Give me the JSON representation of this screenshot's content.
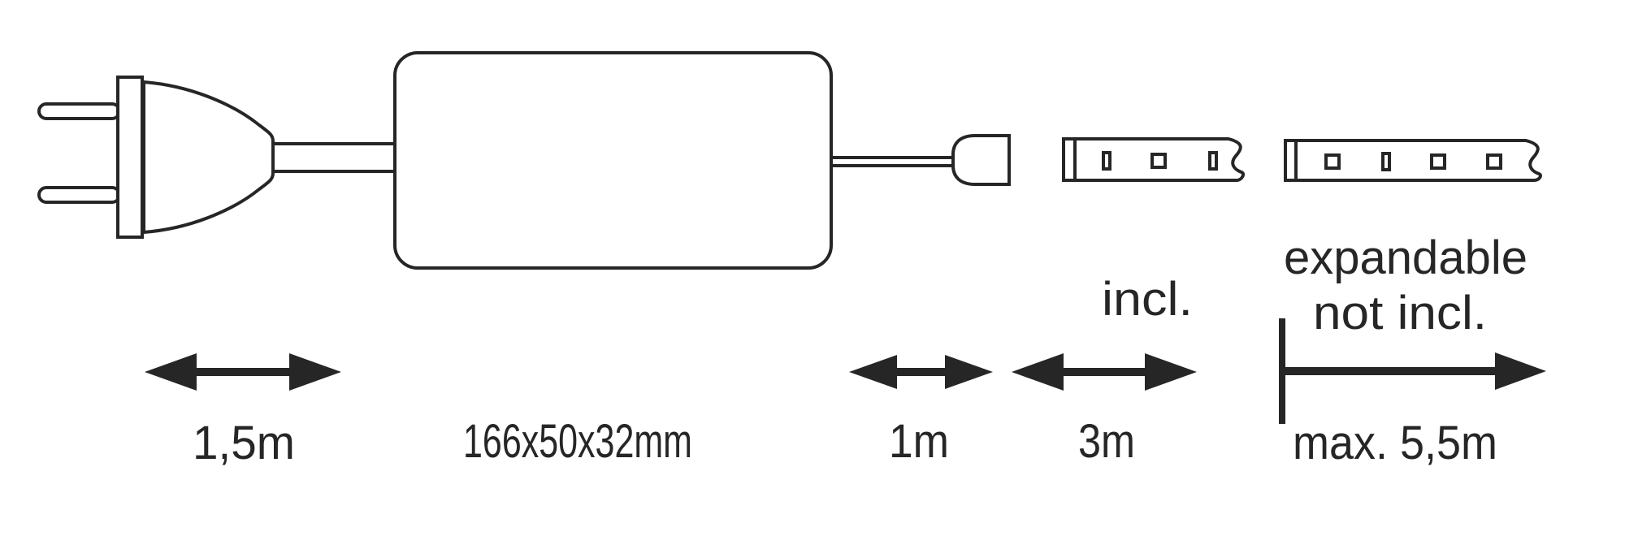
{
  "diagram": {
    "background_color": "#ffffff",
    "ink_color": "#262626",
    "components": {
      "plug": "power-plug",
      "driver": "driver-box",
      "connector": "strip-connector",
      "strip_included": "led-strip-included",
      "strip_expandable": "led-strip-expandable"
    },
    "labels": {
      "plug_cable": "1,5m",
      "driver_size": "166x50x32mm",
      "output_cable": "1m",
      "strip_included": "3m",
      "included_note": "incl.",
      "expandable_note_line1": "expandable",
      "expandable_note_line2": "not incl.",
      "max_length": "max. 5,5m"
    }
  }
}
